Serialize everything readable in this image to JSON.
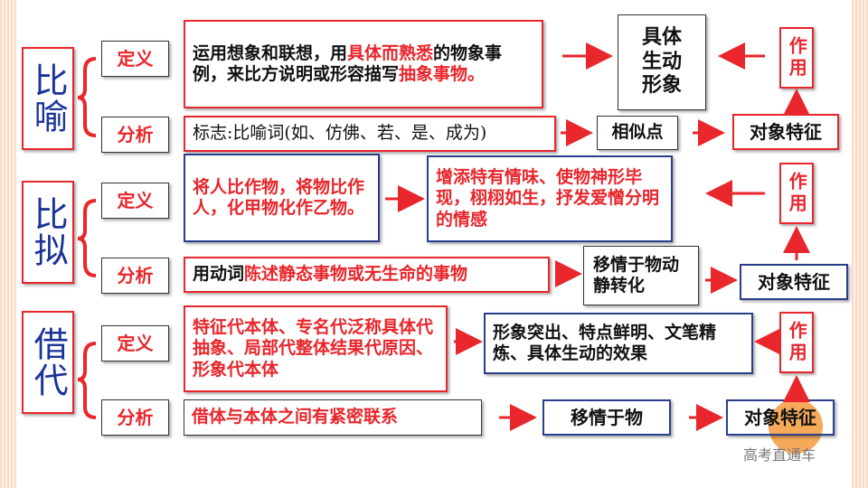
{
  "sections": [
    {
      "title": "比喻",
      "def_label": "定义",
      "ana_label": "分析",
      "def_text_parts": [
        {
          "text": "运用想象和联想，用",
          "color": "#111"
        },
        {
          "text": "具体而熟悉",
          "color": "#e8262b"
        },
        {
          "text": "的物象事例，来比方说明或形容描写",
          "color": "#111"
        },
        {
          "text": "抽象事物。",
          "color": "#e8262b"
        }
      ],
      "ana_text": "标志:比喻词(如、仿佛、若、是、成为)",
      "effect": "具体生动形象",
      "middle": "相似点",
      "feature": "对象特征",
      "use": "作用"
    },
    {
      "title": "比拟",
      "def_label": "定义",
      "ana_label": "分析",
      "def_text": "将人比作物，将物比作人，化甲物化作乙物。",
      "ana_text_parts": [
        {
          "text": "用动词",
          "color": "#111"
        },
        {
          "text": "陈述静态事物或无生命的事物",
          "color": "#e8262b"
        }
      ],
      "effect": "增添特有情味、使物神形毕现，栩栩如生，抒发爱憎分明的情感",
      "middle": "移情于物动静转化",
      "feature": "对象特征",
      "use": "作用"
    },
    {
      "title": "借代",
      "def_label": "定义",
      "ana_label": "分析",
      "def_text": "特征代本体、专名代泛称具体代抽象、局部代整体结果代原因、形象代本体",
      "ana_text": "借体与本体之间有紧密联系",
      "effect": "形象突出、特点鲜明、文笔精炼、具体生动的效果",
      "middle": "移情于物",
      "feature": "对象特征",
      "use": "作用"
    }
  ],
  "watermark": "高考直通车",
  "colors": {
    "accent": "#e8262b",
    "title": "#1a3399",
    "border_blue": "#2a3e8c"
  }
}
